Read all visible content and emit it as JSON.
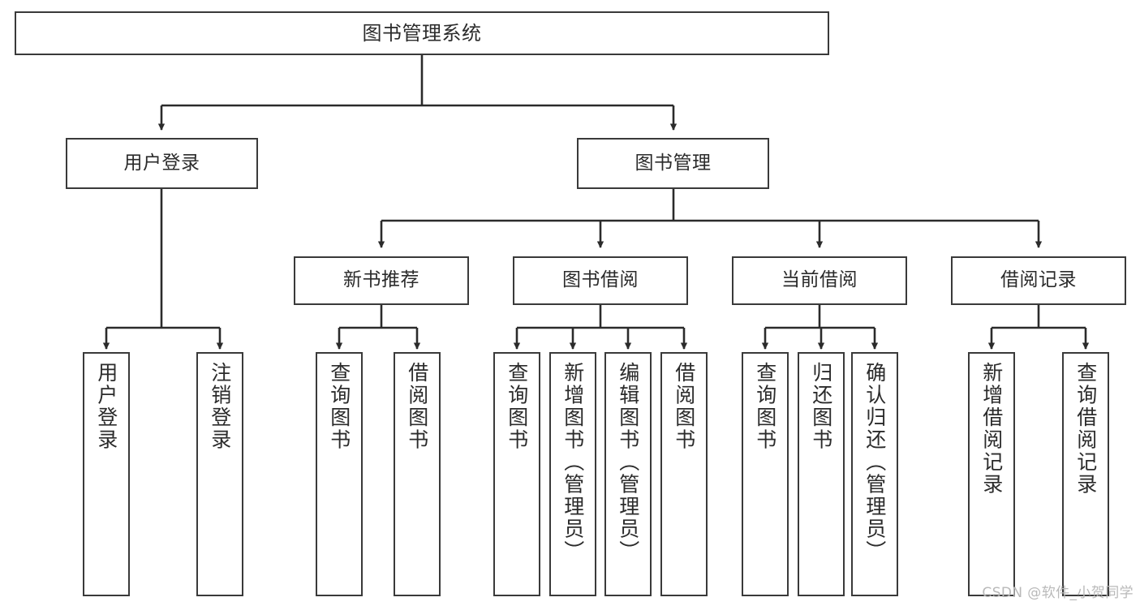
{
  "diagram": {
    "title": "图书管理系统",
    "type": "hierarchy-tree",
    "watermark": "CSDN @软件_小贺同学",
    "colors": {
      "box_border": "#3a3a3a",
      "box_fill": "#ffffff",
      "connector": "#2b2b2b",
      "text": "#2b2b2b",
      "watermark": "#b9b9b9",
      "background": "#ffffff"
    },
    "nodes": {
      "root": {
        "label": "图书管理系统"
      },
      "level2": [
        {
          "label": "用户登录"
        },
        {
          "label": "图书管理"
        }
      ],
      "level3": [
        {
          "label": "新书推荐"
        },
        {
          "label": "图书借阅"
        },
        {
          "label": "当前借阅"
        },
        {
          "label": "借阅记录"
        }
      ],
      "leaves_user_login": [
        {
          "label": "用户登录"
        },
        {
          "label": "注销登录"
        }
      ],
      "leaves_new_book": [
        {
          "label": "查询图书"
        },
        {
          "label": "借阅图书"
        }
      ],
      "leaves_borrow": [
        {
          "label": "查询图书"
        },
        {
          "label": "新增图书（管理员）"
        },
        {
          "label": "编辑图书（管理员）"
        },
        {
          "label": "借阅图书"
        }
      ],
      "leaves_current": [
        {
          "label": "查询图书"
        },
        {
          "label": "归还图书"
        },
        {
          "label": "确认归还（管理员）"
        }
      ],
      "leaves_records": [
        {
          "label": "新增借阅记录"
        },
        {
          "label": "查询借阅记录"
        }
      ]
    }
  }
}
